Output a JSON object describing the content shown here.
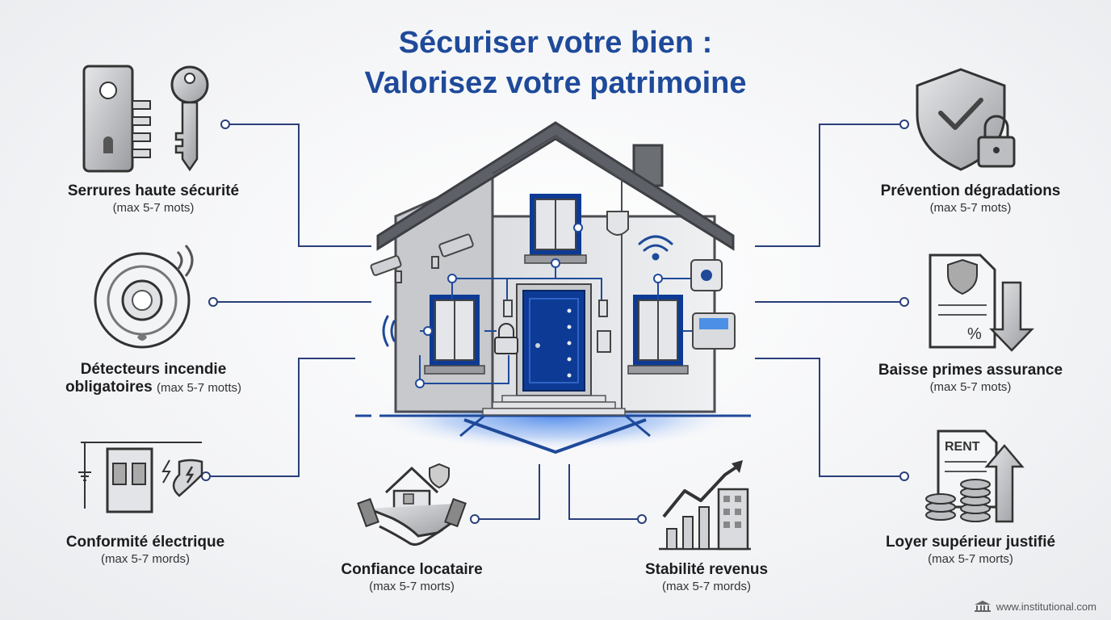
{
  "title": {
    "line1": "Sécuriser votre bien :",
    "line2": "Valorisez votre patrimoine"
  },
  "left": [
    {
      "title": "Serrures haute sécurité",
      "subtitle": "(max 5-7 mots)",
      "icon": "lock-key-icon"
    },
    {
      "title_line1": "Détecteurs incendie",
      "title_line2": "obligatoires",
      "subtitle_inline": "(max 5-7 motts)",
      "icon": "smoke-detector-icon"
    },
    {
      "title": "Conformité électrique",
      "subtitle": "(max 5-7 mords)",
      "icon": "electrical-panel-icon"
    }
  ],
  "right": [
    {
      "title": "Prévention dégradations",
      "subtitle": "(max 5-7 mots)",
      "icon": "shield-lock-icon"
    },
    {
      "title": "Baisse primes assurance",
      "subtitle": "(max 5-7 mots)",
      "icon": "insurance-document-icon"
    },
    {
      "title": "Loyer supérieur justifié",
      "subtitle": "(max 5-7 morts)",
      "icon": "rent-coins-icon",
      "icon_text": "RENT"
    }
  ],
  "bottom": [
    {
      "title": "Confiance locataire",
      "subtitle": "(max 5-7 morts)",
      "icon": "handshake-home-icon"
    },
    {
      "title": "Stabilité revenus",
      "subtitle": "(max 5-7 mords)",
      "icon": "growth-chart-icon"
    }
  ],
  "footer": {
    "text": "www.institutional.com",
    "icon": "institution-icon"
  },
  "colors": {
    "accent": "#1f4a9a",
    "door": "#0d3a94",
    "glow": "#3a7be8",
    "gray": "#8a8d93",
    "line": "#2a3f7a"
  }
}
